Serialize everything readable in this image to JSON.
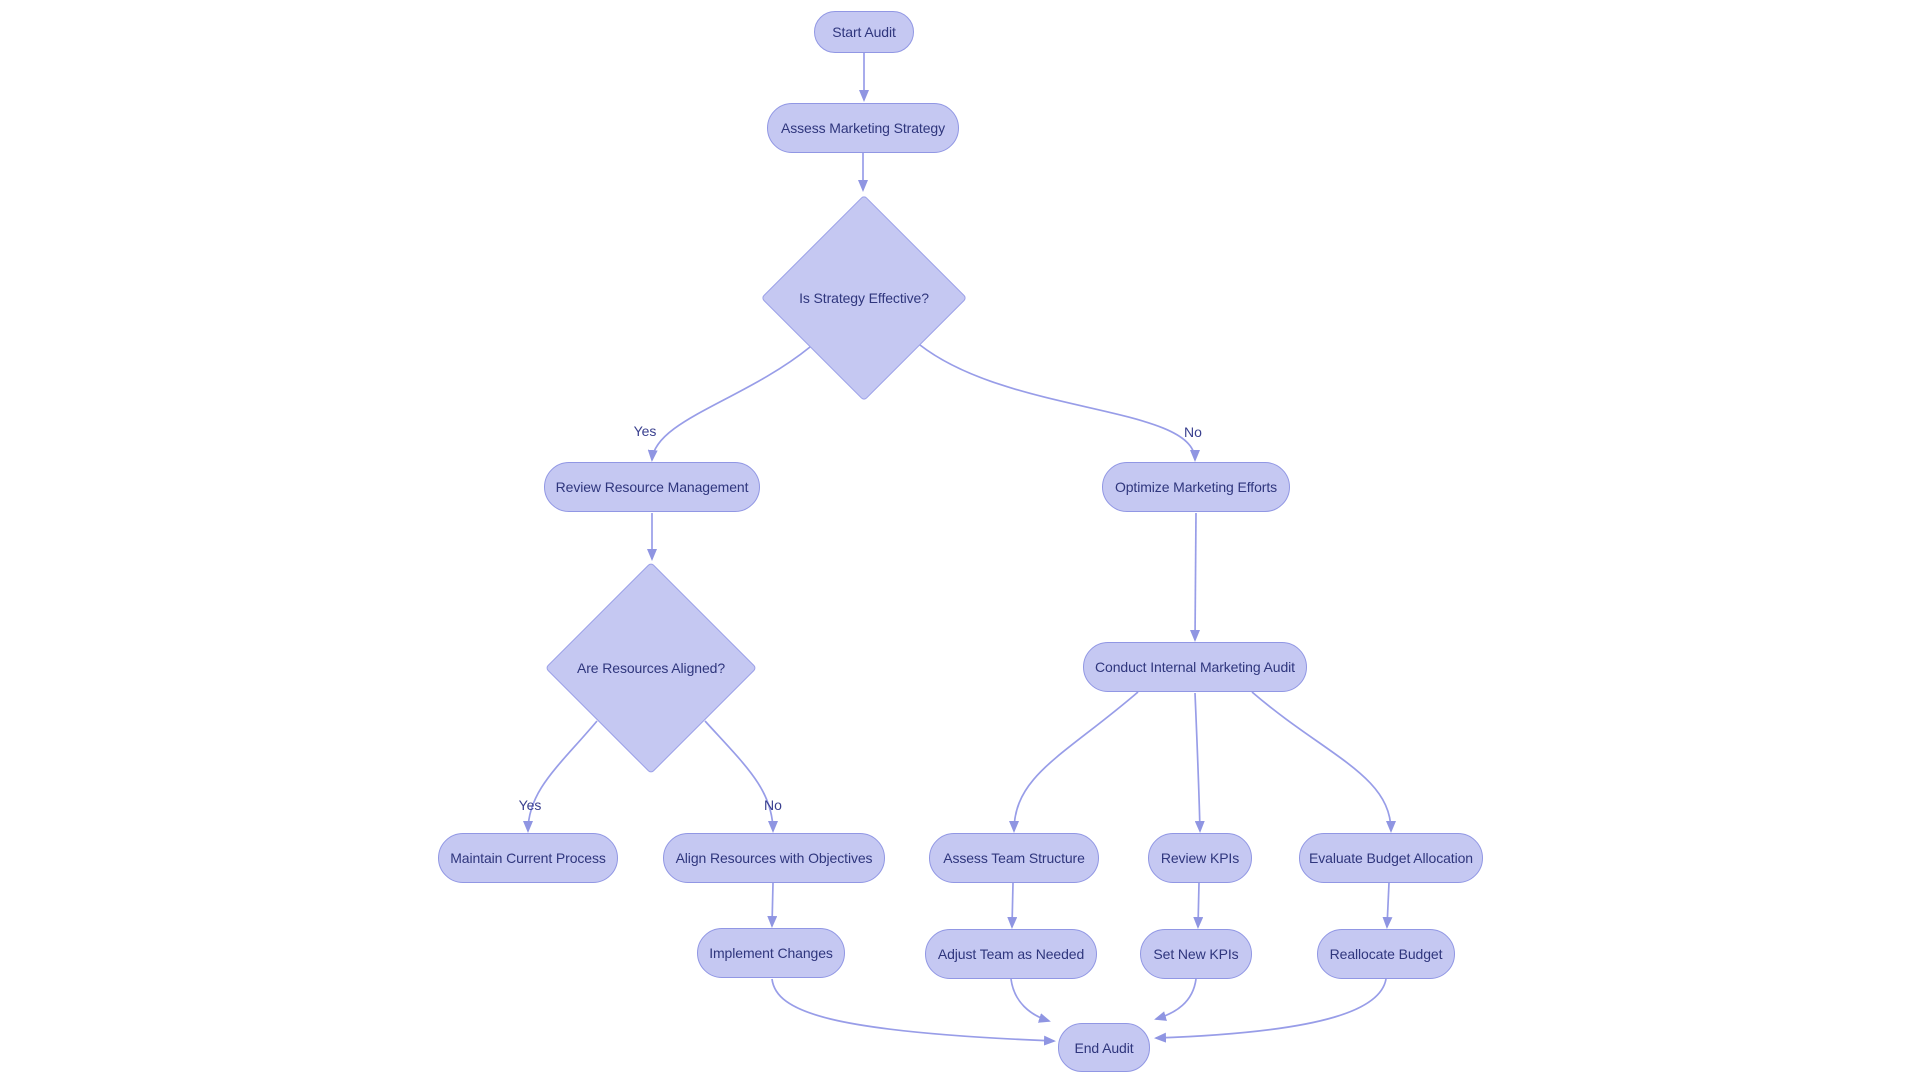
{
  "diagram": {
    "type": "flowchart",
    "background_color": "#ffffff",
    "colors": {
      "node_fill": "#c5c8f2",
      "node_border": "#9197e4",
      "node_text": "#2f367d",
      "edge_stroke": "#989de8",
      "arrowhead_fill": "#8f95e2",
      "edge_label_text": "#3a408f"
    },
    "nodes": [
      {
        "id": "start-audit",
        "label": "Start Audit",
        "shape": "pill"
      },
      {
        "id": "assess-marketing-strategy",
        "label": "Assess Marketing Strategy",
        "shape": "pill"
      },
      {
        "id": "is-strategy-effective",
        "label": "Is Strategy Effective?",
        "shape": "diamond"
      },
      {
        "id": "review-resource-management",
        "label": "Review Resource Management",
        "shape": "pill"
      },
      {
        "id": "optimize-marketing-efforts",
        "label": "Optimize Marketing Efforts",
        "shape": "pill"
      },
      {
        "id": "are-resources-aligned",
        "label": "Are Resources Aligned?",
        "shape": "diamond"
      },
      {
        "id": "conduct-internal-marketing-audit",
        "label": "Conduct Internal Marketing Audit",
        "shape": "pill"
      },
      {
        "id": "maintain-current-process",
        "label": "Maintain Current Process",
        "shape": "pill"
      },
      {
        "id": "align-resources-with-objectives",
        "label": "Align Resources with Objectives",
        "shape": "pill"
      },
      {
        "id": "assess-team-structure",
        "label": "Assess Team Structure",
        "shape": "pill"
      },
      {
        "id": "review-kpis",
        "label": "Review KPIs",
        "shape": "pill"
      },
      {
        "id": "evaluate-budget-allocation",
        "label": "Evaluate Budget Allocation",
        "shape": "pill"
      },
      {
        "id": "implement-changes",
        "label": "Implement Changes",
        "shape": "pill"
      },
      {
        "id": "adjust-team-as-needed",
        "label": "Adjust Team as Needed",
        "shape": "pill"
      },
      {
        "id": "set-new-kpis",
        "label": "Set New KPIs",
        "shape": "pill"
      },
      {
        "id": "reallocate-budget",
        "label": "Reallocate Budget",
        "shape": "pill"
      },
      {
        "id": "end-audit",
        "label": "End Audit",
        "shape": "pill"
      }
    ],
    "edges": [
      {
        "from": "start-audit",
        "to": "assess-marketing-strategy",
        "label": ""
      },
      {
        "from": "assess-marketing-strategy",
        "to": "is-strategy-effective",
        "label": ""
      },
      {
        "from": "is-strategy-effective",
        "to": "review-resource-management",
        "label": "Yes"
      },
      {
        "from": "is-strategy-effective",
        "to": "optimize-marketing-efforts",
        "label": "No"
      },
      {
        "from": "review-resource-management",
        "to": "are-resources-aligned",
        "label": ""
      },
      {
        "from": "are-resources-aligned",
        "to": "maintain-current-process",
        "label": "Yes"
      },
      {
        "from": "are-resources-aligned",
        "to": "align-resources-with-objectives",
        "label": "No"
      },
      {
        "from": "optimize-marketing-efforts",
        "to": "conduct-internal-marketing-audit",
        "label": ""
      },
      {
        "from": "conduct-internal-marketing-audit",
        "to": "assess-team-structure",
        "label": ""
      },
      {
        "from": "conduct-internal-marketing-audit",
        "to": "review-kpis",
        "label": ""
      },
      {
        "from": "conduct-internal-marketing-audit",
        "to": "evaluate-budget-allocation",
        "label": ""
      },
      {
        "from": "align-resources-with-objectives",
        "to": "implement-changes",
        "label": ""
      },
      {
        "from": "assess-team-structure",
        "to": "adjust-team-as-needed",
        "label": ""
      },
      {
        "from": "review-kpis",
        "to": "set-new-kpis",
        "label": ""
      },
      {
        "from": "evaluate-budget-allocation",
        "to": "reallocate-budget",
        "label": ""
      },
      {
        "from": "implement-changes",
        "to": "end-audit",
        "label": ""
      },
      {
        "from": "adjust-team-as-needed",
        "to": "end-audit",
        "label": ""
      },
      {
        "from": "set-new-kpis",
        "to": "end-audit",
        "label": ""
      },
      {
        "from": "reallocate-budget",
        "to": "end-audit",
        "label": ""
      }
    ]
  }
}
